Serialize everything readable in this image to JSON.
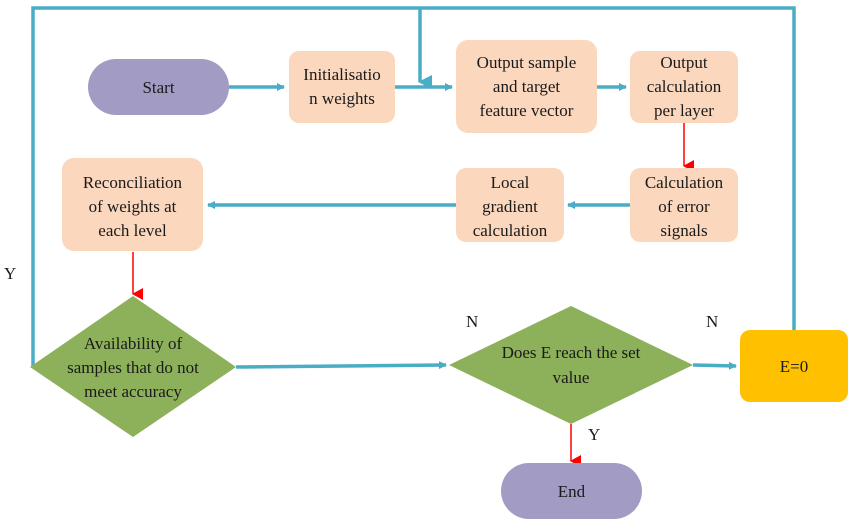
{
  "colors": {
    "connector": "#4bacc6",
    "arrow_red": "#ff0000",
    "terminal_fill": "#a29bc4",
    "process_fill": "#fad7bd",
    "decision_fill": "#8db05a",
    "accent_fill": "#ffc000"
  },
  "nodes": {
    "start": {
      "lines": [
        "Start"
      ]
    },
    "init_weights": {
      "lines": [
        "Initialisatio",
        "n weights"
      ]
    },
    "output_sample": {
      "lines": [
        "Output sample",
        "and target",
        "feature vector"
      ]
    },
    "output_calc": {
      "lines": [
        "Output",
        "calculation",
        "per layer"
      ]
    },
    "error_signals": {
      "lines": [
        "Calculation",
        "of error",
        "signals"
      ]
    },
    "local_gradient": {
      "lines": [
        "Local",
        "gradient",
        "calculation"
      ]
    },
    "reconciliation": {
      "lines": [
        "Reconciliation",
        "of weights at",
        "each level"
      ]
    },
    "availability": {
      "lines": [
        "Availability of",
        "samples that do not",
        "meet accuracy"
      ]
    },
    "does_e_reach": {
      "lines": [
        "Does E reach the set",
        "value"
      ]
    },
    "e_zero": {
      "lines": [
        "E=0"
      ]
    },
    "end": {
      "lines": [
        "End"
      ]
    }
  },
  "edge_labels": {
    "y_left": "Y",
    "n_to_decision": "N",
    "n_to_ezero": "N",
    "y_to_end": "Y"
  }
}
